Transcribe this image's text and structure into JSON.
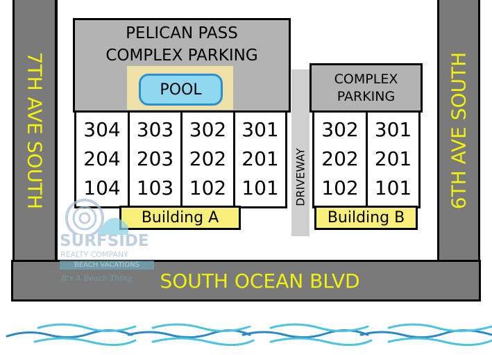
{
  "roads": {
    "left": "7TH AVE SOUTH",
    "right": "6TH AVE SOUTH",
    "bottom": "SOUTH OCEAN BLVD"
  },
  "main_parking": {
    "line1": "PELICAN PASS",
    "line2": "COMPLEX PARKING"
  },
  "pool": "POOL",
  "driveway": "DRIVEWAY",
  "side_parking": {
    "line1": "COMPLEX",
    "line2": "PARKING"
  },
  "building_a": {
    "label": "Building A",
    "columns": [
      [
        "304",
        "204",
        "104"
      ],
      [
        "303",
        "203",
        "103"
      ],
      [
        "302",
        "202",
        "102"
      ],
      [
        "301",
        "201",
        "101"
      ]
    ]
  },
  "building_b": {
    "label": "Building B",
    "columns": [
      [
        "302",
        "202",
        "102"
      ],
      [
        "301",
        "201",
        "101"
      ]
    ]
  },
  "logo": {
    "name": "SURFSIDE",
    "sub": "REALTY COMPANY",
    "tag": "BEACH VACATIONS",
    "slogan": "It's A Beach Thing"
  },
  "colors": {
    "road": "#7a7a7a",
    "text": "#f2f20a",
    "label": "#f8ef7a",
    "pool": "#8fd8f0"
  }
}
